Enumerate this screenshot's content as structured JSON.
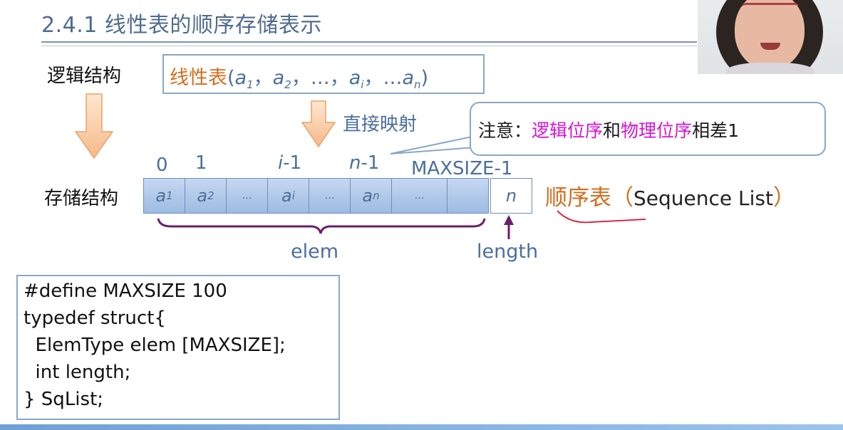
{
  "slide": {
    "title": "2.4.1 线性表的顺序存储表示"
  },
  "logic": {
    "label": "逻辑结构",
    "box_prefix": "线性表",
    "seq": [
      "(",
      "a",
      "1",
      "，",
      "a",
      "2",
      "，…，",
      "a",
      "i",
      "，…",
      "a",
      "n",
      ")"
    ]
  },
  "mapping": {
    "label": "直接映射"
  },
  "note": {
    "prefix": "注意：",
    "logic_order": "逻辑位序",
    "and": "和",
    "physical_order": "物理位序",
    "suffix": "相差1"
  },
  "storage": {
    "label": "存储结构",
    "indices": {
      "i0": "0",
      "i1": "1",
      "ii_var": "i",
      "ii_rest": "-1",
      "in_var": "n",
      "in_rest": "-1",
      "max": "MAXSIZE-1"
    },
    "cells": [
      {
        "base": "a",
        "sub": "1"
      },
      {
        "base": "a",
        "sub": "2"
      },
      {
        "base": "…",
        "sub": ""
      },
      {
        "base": "a",
        "sub": "i"
      },
      {
        "base": "…",
        "sub": ""
      },
      {
        "base": "a",
        "sub": "n"
      },
      {
        "base": "…",
        "sub": ""
      },
      {
        "base": "",
        "sub": ""
      },
      {
        "base": "n",
        "sub": ""
      }
    ],
    "seq_list_zh": "顺序表",
    "seq_list_open": "（",
    "seq_list_en": "Sequence List",
    "seq_list_close": "）",
    "elem_label": "elem",
    "length_label": "length"
  },
  "code": {
    "lines": [
      "#define MAXSIZE 100",
      "typedef struct{",
      "  ElemType elem [MAXSIZE];",
      "  int length;",
      "} SqList;"
    ]
  },
  "colors": {
    "title": "#4f6b8f",
    "accent_orange": "#d56d1d",
    "accent_magenta": "#d612d6",
    "blue_text": "#4b6f9c",
    "brace_purple": "#6b1f6b",
    "annotation_red": "#e0102a"
  }
}
